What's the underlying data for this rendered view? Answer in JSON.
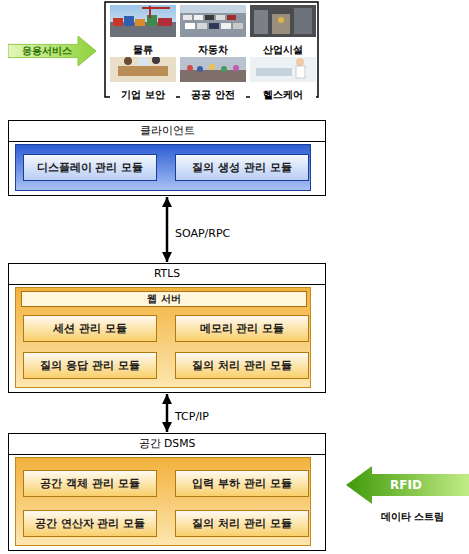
{
  "diagram": {
    "nodes": [
      {
        "text": [
          "응용서비스"
        ]
      },
      {
        "text": [
          "클라이언트"
        ]
      },
      {
        "text": [
          "디스플레이 관리 모듈"
        ],
        "in": 1
      },
      {
        "text": [
          "질의 생성 관리 모듈"
        ],
        "in": 1
      },
      {
        "text": [
          "RTLS"
        ]
      },
      {
        "text": [
          "웹 서버"
        ],
        "in": 4
      },
      {
        "text": [
          "세션 관리 모듈"
        ],
        "in": 4
      },
      {
        "text": [
          "메모리 관리 모듈"
        ],
        "in": 4
      },
      {
        "text": [
          "질의 응답 관리 모듈"
        ],
        "in": 4
      },
      {
        "text": [
          "질의 처리 관리 모듈"
        ],
        "in": 4
      },
      {
        "text": [
          "공간 DSMS"
        ]
      },
      {
        "text": [
          "공간 객체 관리 모듈"
        ],
        "in": 10
      },
      {
        "text": [
          "입력 부하 관리 모듈"
        ],
        "in": 10
      },
      {
        "text": [
          "공간 연산자 관리 모듈"
        ],
        "in": 10
      },
      {
        "text": [
          "질의 처리 관리 모듈"
        ],
        "in": 10
      },
      {
        "text": [
          "RFID",
          "데이타 스트림"
        ]
      }
    ],
    "edges": [
      {
        "from": 1,
        "to": 4,
        "label": "SOAP/RPC",
        "arrow": "both"
      },
      {
        "from": 4,
        "to": 10,
        "label": "TCP/IP",
        "arrow": "both"
      }
    ],
    "labels": [
      "물류",
      "자동차",
      "산업시설",
      "기업 보안",
      "공공 안전",
      "헬스케어"
    ]
  }
}
